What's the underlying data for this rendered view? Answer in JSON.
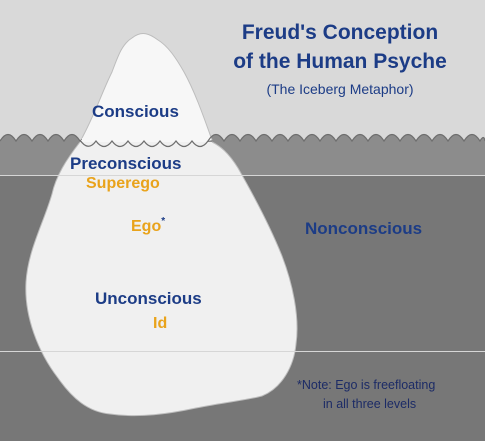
{
  "title_line1": "Freud's Conception",
  "title_line2": "of the Human Psyche",
  "subtitle": "(The Iceberg Metaphor)",
  "levels": {
    "conscious": "Conscious",
    "preconscious": "Preconscious",
    "unconscious": "Unconscious",
    "nonconscious": "Nonconscious"
  },
  "structures": {
    "superego": "Superego",
    "ego": "Ego",
    "ego_mark": "*",
    "id": "Id"
  },
  "note": {
    "line1": "*Note: Ego is freefloating",
    "line2": "in all three levels"
  },
  "colors": {
    "sky": "#d9d9d9",
    "water_upper": "#8c8c8c",
    "water_lower": "#757575",
    "iceberg": "#f5f5f5",
    "navy_text": "#1c3c86",
    "gold_text": "#e9a31b"
  }
}
